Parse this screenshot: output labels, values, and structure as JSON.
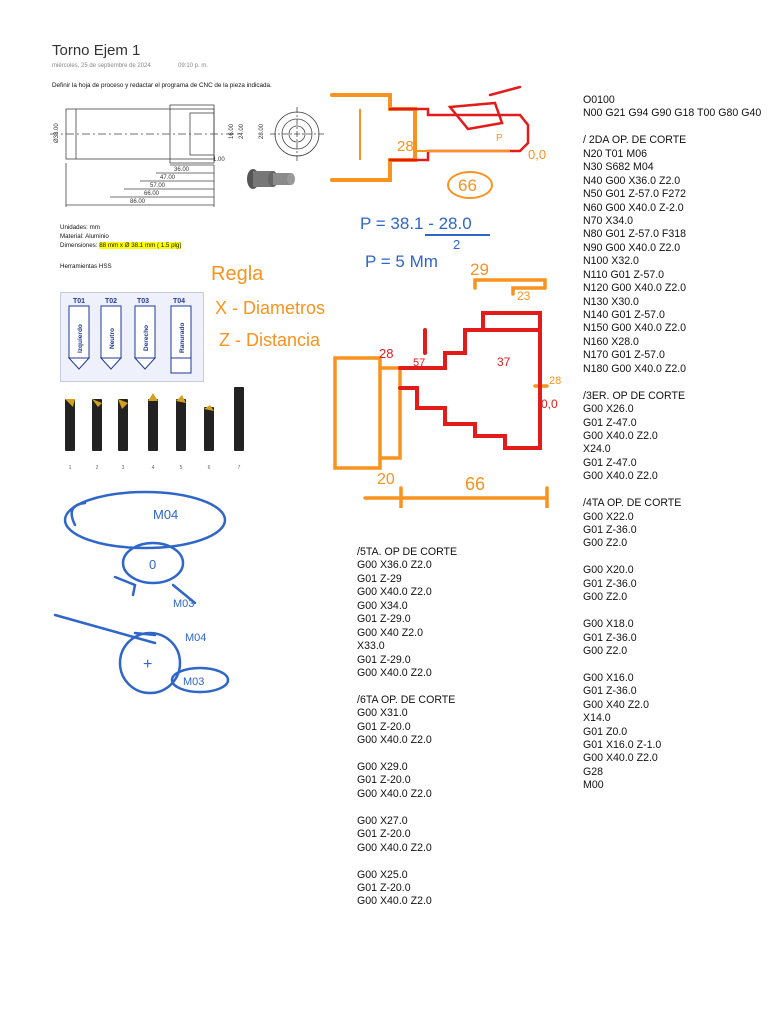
{
  "header": {
    "title": "Torno  Ejem 1",
    "date": "miércoles, 25 de septiembre de 2024",
    "time": "09:10 p. m.",
    "instruction": "Definir  la hoja de proceso  y redactar el programa de CNC de la pieza indicada."
  },
  "specs": {
    "units": "Unidades:  mm",
    "material": "Material: Aluminio",
    "dims_label": "Dimensiones: ",
    "dims_value": "88 mm x Ø 38.1 mm ( 1.5 plg)",
    "tools": "Herramientas  HSS"
  },
  "drawing": {
    "dims": [
      "Ø33.00",
      "16.00",
      "24.00",
      "28.00",
      "36.00",
      "47.00",
      "57.00",
      "66.00",
      "86.00",
      "1.00"
    ]
  },
  "tool_chart": {
    "codes": [
      "T01",
      "T02",
      "T03",
      "T04"
    ],
    "names": [
      "Izquierdo",
      "Neutro",
      "Derecho",
      "Ranurado"
    ],
    "numbers": [
      "1",
      "2",
      "3",
      "4",
      "5",
      "6",
      "7"
    ]
  },
  "handwritten": {
    "calc1": "P = 38.1 - 28.0",
    "calc_den": "2",
    "calc2": "P = 5 Mm",
    "rule1": "Regla",
    "rule2": "X - Diametros",
    "rule3": "Z - Distancia",
    "dims_orange": [
      "29",
      "23",
      "20",
      "66",
      "0,0",
      "66",
      "28",
      "P"
    ],
    "dims_red": [
      "28",
      "57",
      "37",
      "28",
      "0,0"
    ],
    "spindle": [
      "M04",
      "0",
      "M03",
      "M04",
      "+",
      "M03"
    ]
  },
  "program_col1": [
    "O0100",
    "N00 G21 G94 G90 G18 T00 G80 G40",
    "",
    "/ 2DA OP. DE CORTE",
    "N20 T01 M06",
    "N30 S682 M04",
    "N40 G00 X36.0 Z2.0",
    "N50 G01 Z-57.0 F272",
    "N60 G00 X40.0 Z-2.0",
    "N70 X34.0",
    "N80 G01 Z-57.0 F318",
    "N90 G00 X40.0 Z2.0",
    "N100 X32.0",
    "N110 G01 Z-57.0",
    "N120 G00 X40.0 Z2.0",
    "N130 X30.0",
    "N140 G01 Z-57.0",
    "N150 G00 X40.0 Z2.0",
    "N160 X28.0",
    "N170 G01 Z-57.0",
    "N180 G00 X40.0 Z2.0",
    "",
    "/3ER. OP DE CORTE",
    "G00 X26.0",
    "G01 Z-47.0",
    "G00 X40.0 Z2.0",
    "X24.0",
    "G01 Z-47.0",
    "G00 X40.0 Z2.0",
    "",
    "/4TA OP. DE CORTE",
    "G00 X22.0",
    "G01 Z-36.0",
    "G00 Z2.0",
    "",
    "G00 X20.0",
    "G01 Z-36.0",
    "G00 Z2.0",
    "",
    "G00 X18.0",
    "G01 Z-36.0",
    "G00 Z2.0",
    "",
    "G00 X16.0",
    "G01 Z-36.0",
    "G00 X40 Z2.0",
    "X14.0",
    "G01 Z0.0",
    "G01 X16.0 Z-1.0",
    "G00 X40.0 Z2.0",
    "G28",
    "M00"
  ],
  "program_col2": [
    "/5TA. OP DE CORTE",
    "G00 X36.0 Z2.0",
    "G01 Z-29",
    "G00 X40.0 Z2.0",
    "G00 X34.0",
    "G01 Z-29.0",
    "G00 X40 Z2.0",
    "X33.0",
    "G01 Z-29.0",
    "G00 X40.0 Z2.0",
    "",
    "/6TA OP. DE CORTE",
    "G00 X31.0",
    "G01 Z-20.0",
    "G00 X40.0 Z2.0",
    "",
    "G00 X29.0",
    "G01 Z-20.0",
    "G00 X40.0 Z2.0",
    "",
    "G00 X27.0",
    "G01 Z-20.0",
    "G00 X40.0 Z2.0",
    "",
    "G00 X25.0",
    "G01 Z-20.0",
    "G00 X40.0 Z2.0"
  ],
  "colors": {
    "orange": "#f7931e",
    "red": "#e31b1b",
    "blue": "#2e66c9",
    "tool_blue": "#1f3a93"
  }
}
